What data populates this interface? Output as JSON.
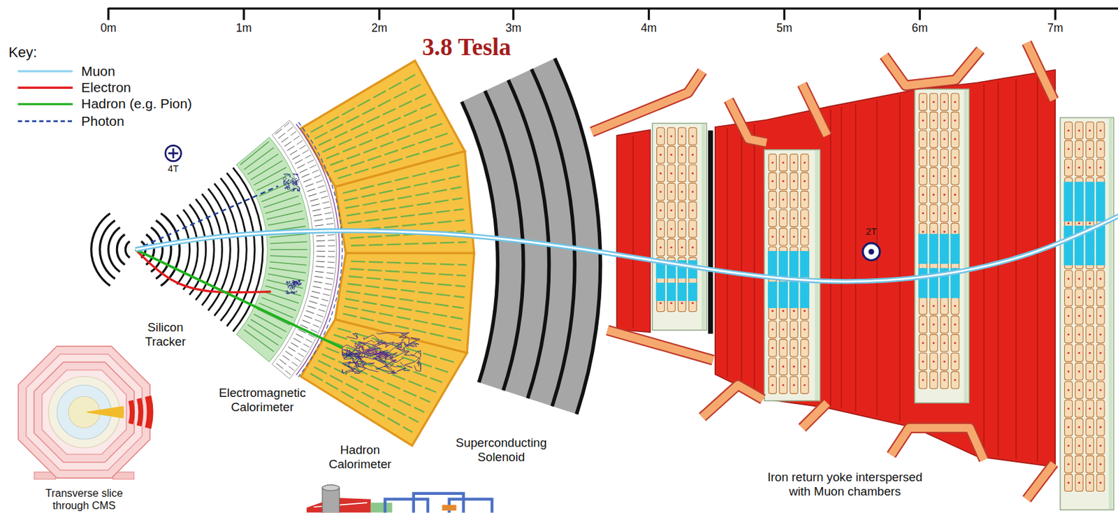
{
  "diagram": {
    "labels": [
      "0m",
      "1m",
      "2m",
      "3m",
      "4m",
      "5m",
      "6m",
      "7m",
      "3.8 Tesla",
      "Key:",
      "4T",
      "Silicon Tracker",
      "Electromagnetic Calorimeter",
      "Hadron Calorimeter",
      "Superconducting Solenoid",
      "2T",
      "Iron return yoke interspersed with Muon chambers",
      "Transverse slice through CMS"
    ],
    "legend": [
      {
        "text": "Muon"
      },
      {
        "text": "Electron"
      },
      {
        "text": "Hadron (e.g. Pion)"
      },
      {
        "text": "Photon"
      }
    ]
  }
}
